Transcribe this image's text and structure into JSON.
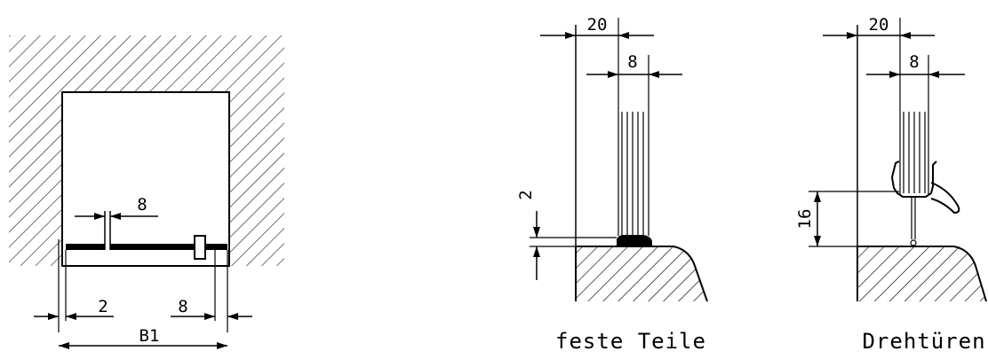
{
  "left_view": {
    "dim_gap_top": "8",
    "dim_gap_left": "2",
    "dim_gap_right": "8",
    "dim_width": "B1"
  },
  "middle_view": {
    "dim_top": "20",
    "dim_glass": "8",
    "dim_gap": "2",
    "caption": "feste Teile"
  },
  "right_view": {
    "dim_top": "20",
    "dim_glass": "8",
    "dim_height": "16",
    "caption": "Drehtüren"
  }
}
